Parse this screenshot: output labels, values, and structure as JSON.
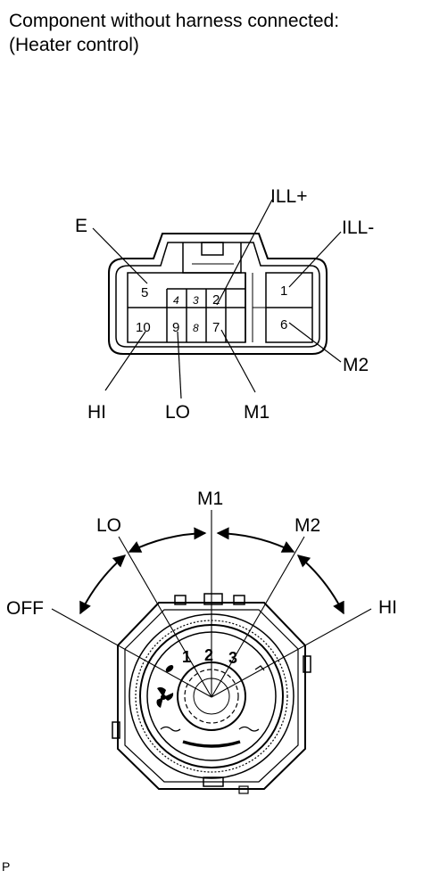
{
  "caption": {
    "line1": "Component without harness connected:",
    "line2": "(Heater control)"
  },
  "connector": {
    "labels": {
      "e": "E",
      "ill_plus": "ILL+",
      "ill_minus": "ILL-",
      "m2": "M2",
      "hi": "HI",
      "lo": "LO",
      "m1": "M1"
    },
    "pins": {
      "p1": "1",
      "p2": "2",
      "p3": "3",
      "p4": "4",
      "p5": "5",
      "p6": "6",
      "p7": "7",
      "p8": "8",
      "p9": "9",
      "p10": "10"
    }
  },
  "switch": {
    "positions": {
      "off": "OFF",
      "lo": "LO",
      "m1": "M1",
      "m2": "M2",
      "hi": "HI"
    },
    "dial_numbers": {
      "n1": "1",
      "n2": "2",
      "n3": "3"
    }
  },
  "footer": {
    "mark": "P"
  }
}
